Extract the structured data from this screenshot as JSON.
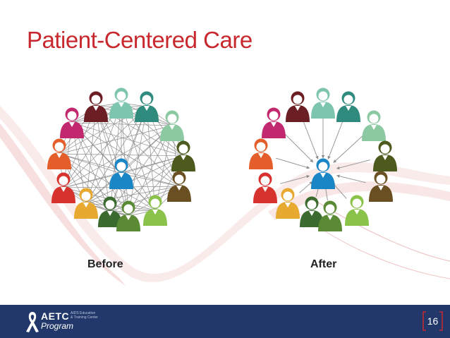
{
  "slide": {
    "title": "Patient-Centered Care",
    "page_number": "16"
  },
  "captions": {
    "before": "Before",
    "after": "After"
  },
  "logo": {
    "name": "AETC",
    "sub": "Program",
    "small_text": "AIDS Education & Training Center"
  },
  "colors": {
    "title": "#c8282d",
    "footer": "#22386a",
    "center_person": "#1a86c6"
  }
}
